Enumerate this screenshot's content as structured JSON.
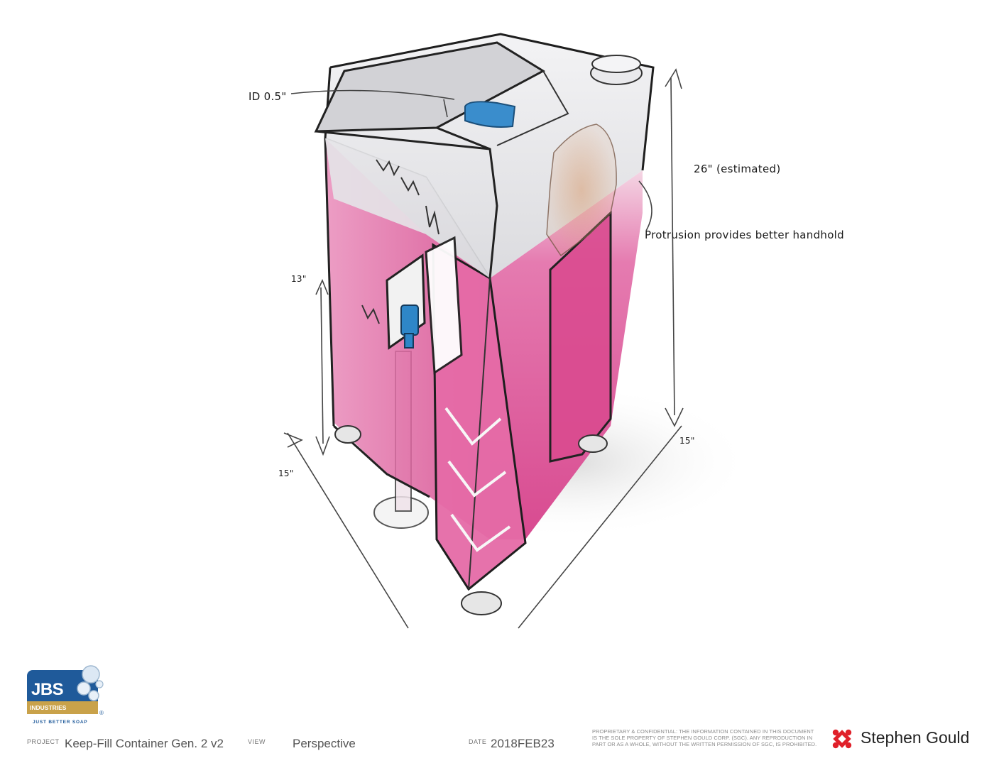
{
  "annotations": {
    "id_label": "ID 0.5\"",
    "height_label": "26\" (estimated)",
    "handhold_note": "Protrusion provides better handhold",
    "spout_height_label": "13\"",
    "depth_left_label": "15\"",
    "depth_right_label": "15\""
  },
  "logo": {
    "primary": "JBS",
    "secondary": "INDUSTRIES",
    "tagline": "JUST BETTER SOAP",
    "registered": "®"
  },
  "title_block": {
    "project_label": "PROJECT",
    "project_value": "Keep-Fill Container Gen. 2 v2",
    "view_label": "VIEW",
    "view_value": "Perspective",
    "date_label": "DATE",
    "date_value": "2018FEB23",
    "legal_text": "PROPRIETARY & CONFIDENTIAL: THE INFORMATION CONTAINED IN THIS DOCUMENT IS THE SOLE PROPERTY OF STEPHEN GOULD CORP. (SGC). ANY REPRODUCTION IN PART OR AS A WHOLE, WITHOUT THE WRITTEN PERMISSION OF SGC, IS PROHIBITED.",
    "company_name": "Stephen Gould"
  },
  "colors": {
    "liquid": "#d9408c",
    "liquid_light": "#f2b6d2",
    "shell": "#e6e6e8",
    "outline": "#1e1e1e",
    "accent_blue": "#2e86c8",
    "brand_red": "#e0202a",
    "jbs_blue": "#1f5a9a",
    "jbs_gold": "#c9a24a"
  }
}
